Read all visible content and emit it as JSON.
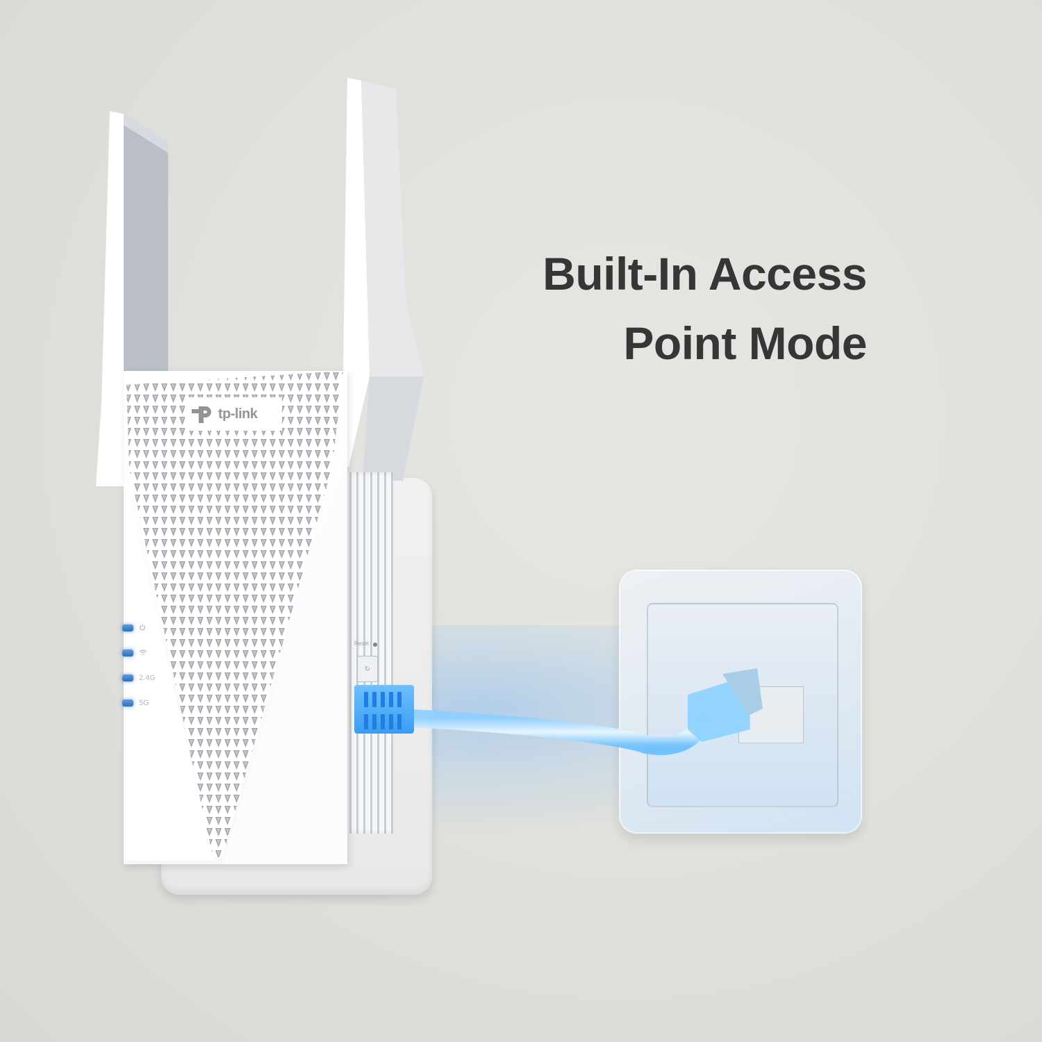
{
  "headline": {
    "line1": "Built-In Access",
    "line2": "Point Mode"
  },
  "device": {
    "brand": "tp-link",
    "leds": [
      {
        "id": "power",
        "label": "",
        "icon": "power-icon"
      },
      {
        "id": "wifi",
        "label": "",
        "icon": "wifi-icon"
      },
      {
        "id": "band24",
        "label": "2.4G",
        "icon": ""
      },
      {
        "id": "band5",
        "label": "5G",
        "icon": ""
      }
    ],
    "side": {
      "reset_label": "Reset",
      "button_icon": "wps-icon"
    }
  },
  "colors": {
    "background": "#dfdfdb",
    "headline": "#363636",
    "cable_blue": "#4aa8f0",
    "led_blue": "#3f86cf",
    "device_white": "#ffffff",
    "logo_gray": "#8f9499"
  }
}
